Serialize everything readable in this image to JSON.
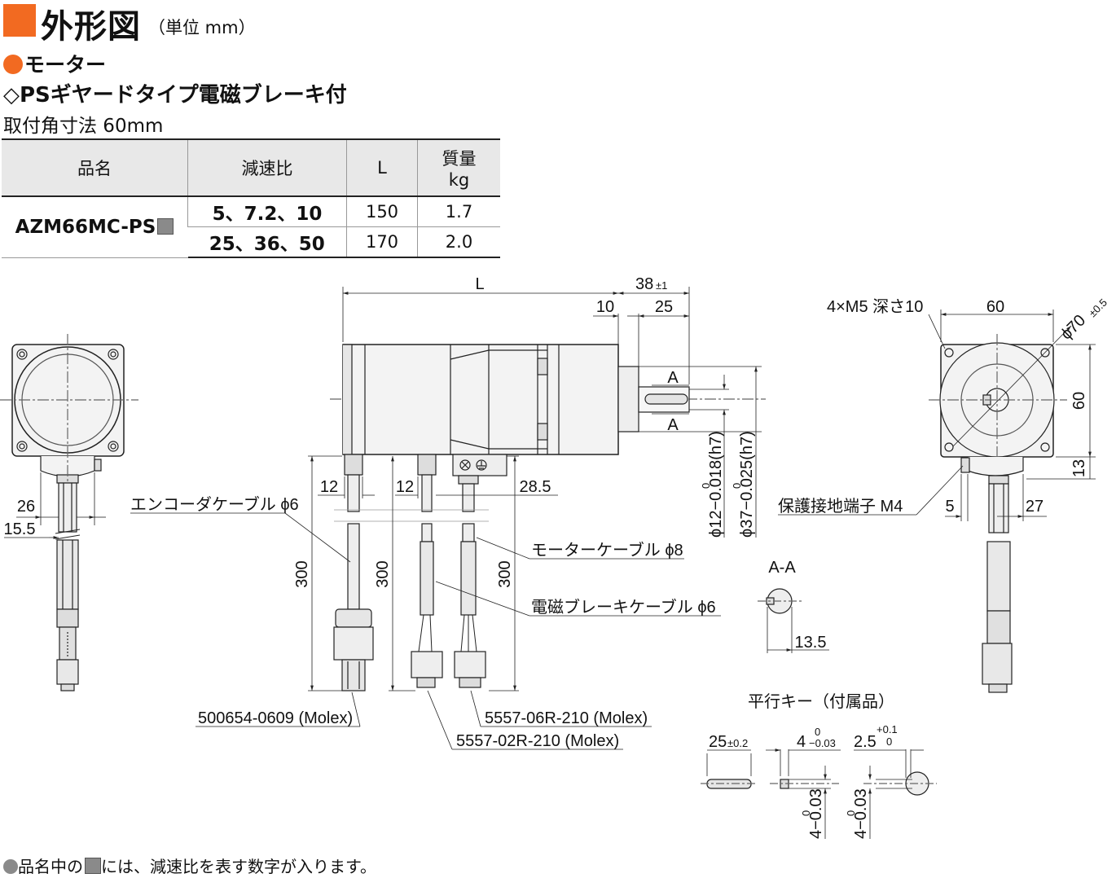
{
  "header": {
    "title": "外形図",
    "unit": "（単位 mm）"
  },
  "section": {
    "motor": "モーター",
    "type": "◇PSギヤードタイプ電磁ブレーキ付",
    "flange": "取付角寸法 60mm"
  },
  "table": {
    "headers": {
      "name": "品名",
      "ratio": "減速比",
      "L": "L",
      "mass_1": "質量",
      "mass_2": "kg"
    },
    "product": "AZM66MC-PS",
    "rows": [
      {
        "ratio": "5、7.2、10",
        "L": "150",
        "mass": "1.7"
      },
      {
        "ratio": "25、36、50",
        "L": "170",
        "mass": "2.0"
      }
    ]
  },
  "dims": {
    "L": "L",
    "d38": "38",
    "d38_tol": "±1",
    "d10": "10",
    "d25": "25",
    "A": "A",
    "d12a": "12",
    "d12b": "12",
    "d28_5": "28.5",
    "d300": "300",
    "d26": "26",
    "d15_5": "15.5",
    "m5": "4×M5 深さ10",
    "d60": "60",
    "d70": "ϕ70",
    "d70_tol": "±0.5",
    "d60v": "60",
    "d13": "13",
    "d5": "5",
    "d27": "27",
    "shaft12": "ϕ12−0.018(h7)",
    "shaft12_up": "0",
    "shaft37": "ϕ37−0.025(h7)",
    "shaft37_up": "0",
    "AA": "A-A",
    "d13_5": "13.5"
  },
  "labels": {
    "encoder": "エンコーダケーブル ϕ6",
    "motor_cable": "モーターケーブル ϕ8",
    "brake_cable": "電磁ブレーキケーブル ϕ6",
    "ground": "保護接地端子 M4",
    "conn1": "500654-0609 (Molex)",
    "conn2": "5557-06R-210 (Molex)",
    "conn3": "5557-02R-210 (Molex)"
  },
  "key": {
    "title": "平行キー（付属品）",
    "k25": "25",
    "k25_tol": "±0.2",
    "k4": "4",
    "k4_tol_up": "0",
    "k4_tol_dn": "−0.03",
    "k2_5": "2.5",
    "k2_5_tol_up": "+0.1",
    "k2_5_tol_dn": "0",
    "k4v": "4−0.03",
    "k4v_up": "0"
  },
  "footnote": "品名中の",
  "footnote2": "には、減速比を表す数字が入ります。"
}
